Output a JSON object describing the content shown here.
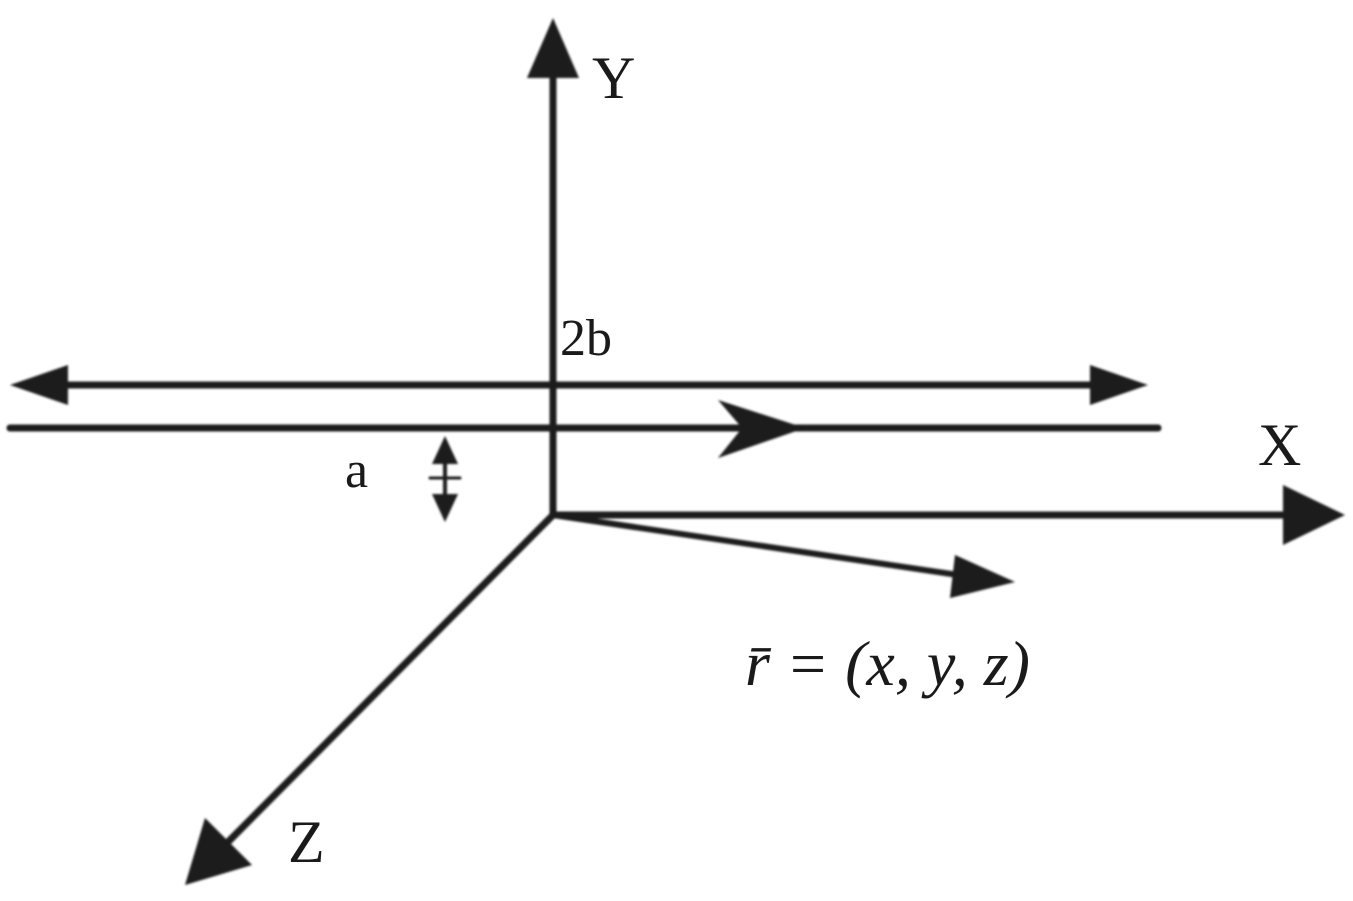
{
  "labels": {
    "y_axis": "Y",
    "x_axis": "X",
    "z_axis": "Z",
    "separation": "2b",
    "offset": "a",
    "position_vector": "r̄ = (x, y, z)"
  },
  "colors": {
    "stroke": "#1a1a1a",
    "background": "#ffffff"
  }
}
